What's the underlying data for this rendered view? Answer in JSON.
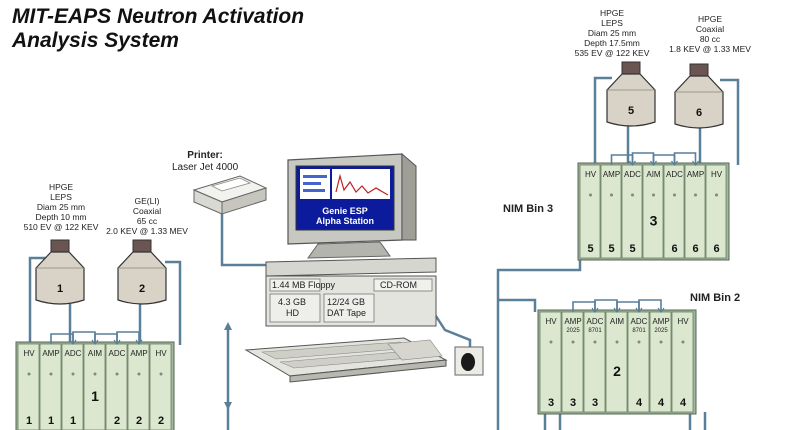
{
  "title": [
    "MIT-EAPS Neutron Activation",
    "Analysis System"
  ],
  "detectors": [
    {
      "id": "1",
      "lines": [
        "HPGE",
        "LEPS",
        "Diam 25 mm",
        "Depth 10 mm",
        "510 EV @ 122 KEV"
      ]
    },
    {
      "id": "2",
      "lines": [
        "GE(LI)",
        "Coaxial",
        "65 cc",
        "2.0 KEV @ 1.33 MEV"
      ]
    },
    {
      "id": "5",
      "lines": [
        "HPGE",
        "LEPS",
        "Diam 25 mm",
        "Depth 17.5mm",
        "535 EV @ 122 KEV"
      ]
    },
    {
      "id": "6",
      "lines": [
        "HPGE",
        "Coaxial",
        "80 cc",
        "1.8 KEV @ 1.33 MEV"
      ]
    }
  ],
  "printer": {
    "label": "Printer:",
    "model": "Laser Jet 4000"
  },
  "computer": {
    "screen_lines": [
      "Genie ESP",
      "Alpha Station"
    ],
    "floppy": "1.44 MB Floppy",
    "cdrom": "CD-ROM",
    "hd": [
      "4.3 GB",
      "HD"
    ],
    "tape": [
      "12/24 GB",
      "DAT Tape"
    ]
  },
  "bins": [
    {
      "name": "",
      "center": "1",
      "modules": [
        {
          "label": "HV",
          "sub": "",
          "num": "1"
        },
        {
          "label": "AMP",
          "sub": "",
          "num": "1"
        },
        {
          "label": "ADC",
          "sub": "",
          "num": "1"
        },
        {
          "label": "AIM",
          "sub": "",
          "num": ""
        },
        {
          "label": "ADC",
          "sub": "",
          "num": "2"
        },
        {
          "label": "AMP",
          "sub": "",
          "num": "2"
        },
        {
          "label": "HV",
          "sub": "",
          "num": "2"
        }
      ]
    },
    {
      "name": "NIM Bin 3",
      "center": "3",
      "modules": [
        {
          "label": "HV",
          "sub": "",
          "num": "5"
        },
        {
          "label": "AMP",
          "sub": "",
          "num": "5"
        },
        {
          "label": "ADC",
          "sub": "",
          "num": "5"
        },
        {
          "label": "AIM",
          "sub": "",
          "num": ""
        },
        {
          "label": "ADC",
          "sub": "",
          "num": "6"
        },
        {
          "label": "AMP",
          "sub": "",
          "num": "6"
        },
        {
          "label": "HV",
          "sub": "",
          "num": "6"
        }
      ]
    },
    {
      "name": "NIM Bin 2",
      "center": "2",
      "modules": [
        {
          "label": "HV",
          "sub": "",
          "num": "3"
        },
        {
          "label": "AMP",
          "sub": "2025",
          "num": "3"
        },
        {
          "label": "ADC",
          "sub": "8701",
          "num": "3"
        },
        {
          "label": "AIM",
          "sub": "",
          "num": ""
        },
        {
          "label": "ADC",
          "sub": "8701",
          "num": "4"
        },
        {
          "label": "AMP",
          "sub": "2025",
          "num": "4"
        },
        {
          "label": "HV",
          "sub": "",
          "num": "4"
        }
      ]
    }
  ]
}
